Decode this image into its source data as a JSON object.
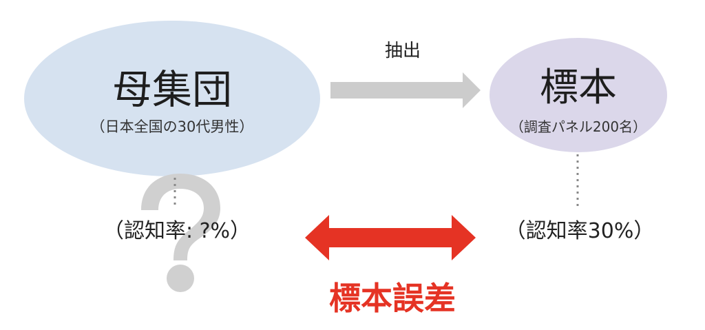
{
  "population": {
    "title": "母集団",
    "subtitle": "（日本全国の30代男性）",
    "rate": "（認知率: ?%）"
  },
  "sample": {
    "title": "標本",
    "subtitle": "（調査パネル200名）",
    "rate": "（認知率30%）"
  },
  "extraction_label": "抽出",
  "error_label": "標本誤差",
  "colors": {
    "population_fill": "#d6e2f0",
    "sample_fill": "#dbd7ea",
    "extraction_arrow": "#cccccc",
    "error_arrow": "#e53324",
    "question_mark": "#d0d0d0",
    "dotted_line": "#888888"
  },
  "icons": {
    "uncertainty": "question-mark-icon"
  }
}
